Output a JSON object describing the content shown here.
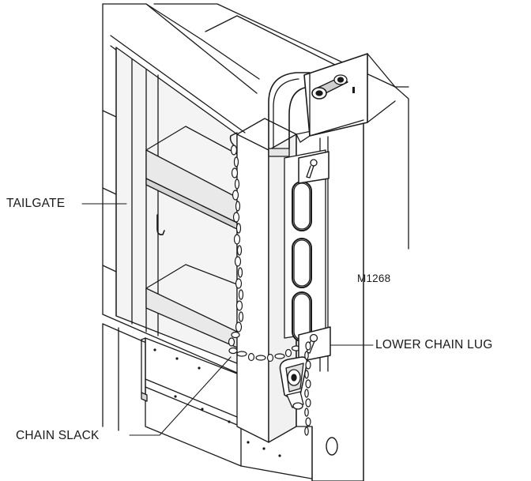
{
  "labels": {
    "tailgate": "TAILGATE",
    "lower_chain_lug": "LOWER CHAIN LUG",
    "chain_slack": "CHAIN SLACK",
    "drawing_code": "M1268"
  },
  "colors": {
    "line": "#1a1a1a",
    "shade": "#e6e6e6",
    "shade_dark": "#cfcfcf",
    "background": "#ffffff"
  }
}
